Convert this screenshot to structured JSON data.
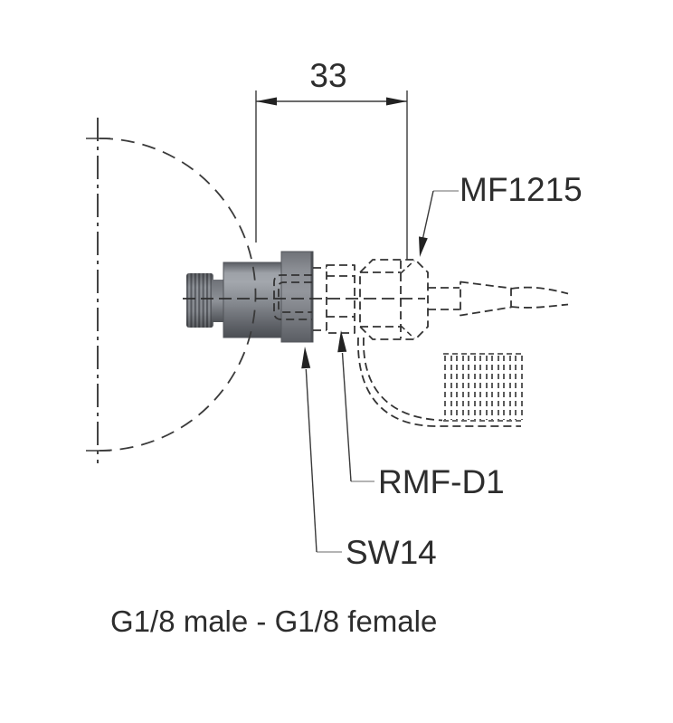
{
  "drawing": {
    "dimension_label": "33",
    "part_labels": {
      "mf1215": "MF1215",
      "rmf_d1": "RMF-D1",
      "sw14": "SW14"
    },
    "caption": "G1/8 male - G1/8 female",
    "colors": {
      "line": "#3a3a3a",
      "leader_gray": "#9b9b9b",
      "text": "#2d2d2d",
      "metal_light": "#a3a7ad",
      "metal_mid": "#84888e",
      "metal_dark": "#4e5156",
      "background": "#ffffff"
    }
  }
}
